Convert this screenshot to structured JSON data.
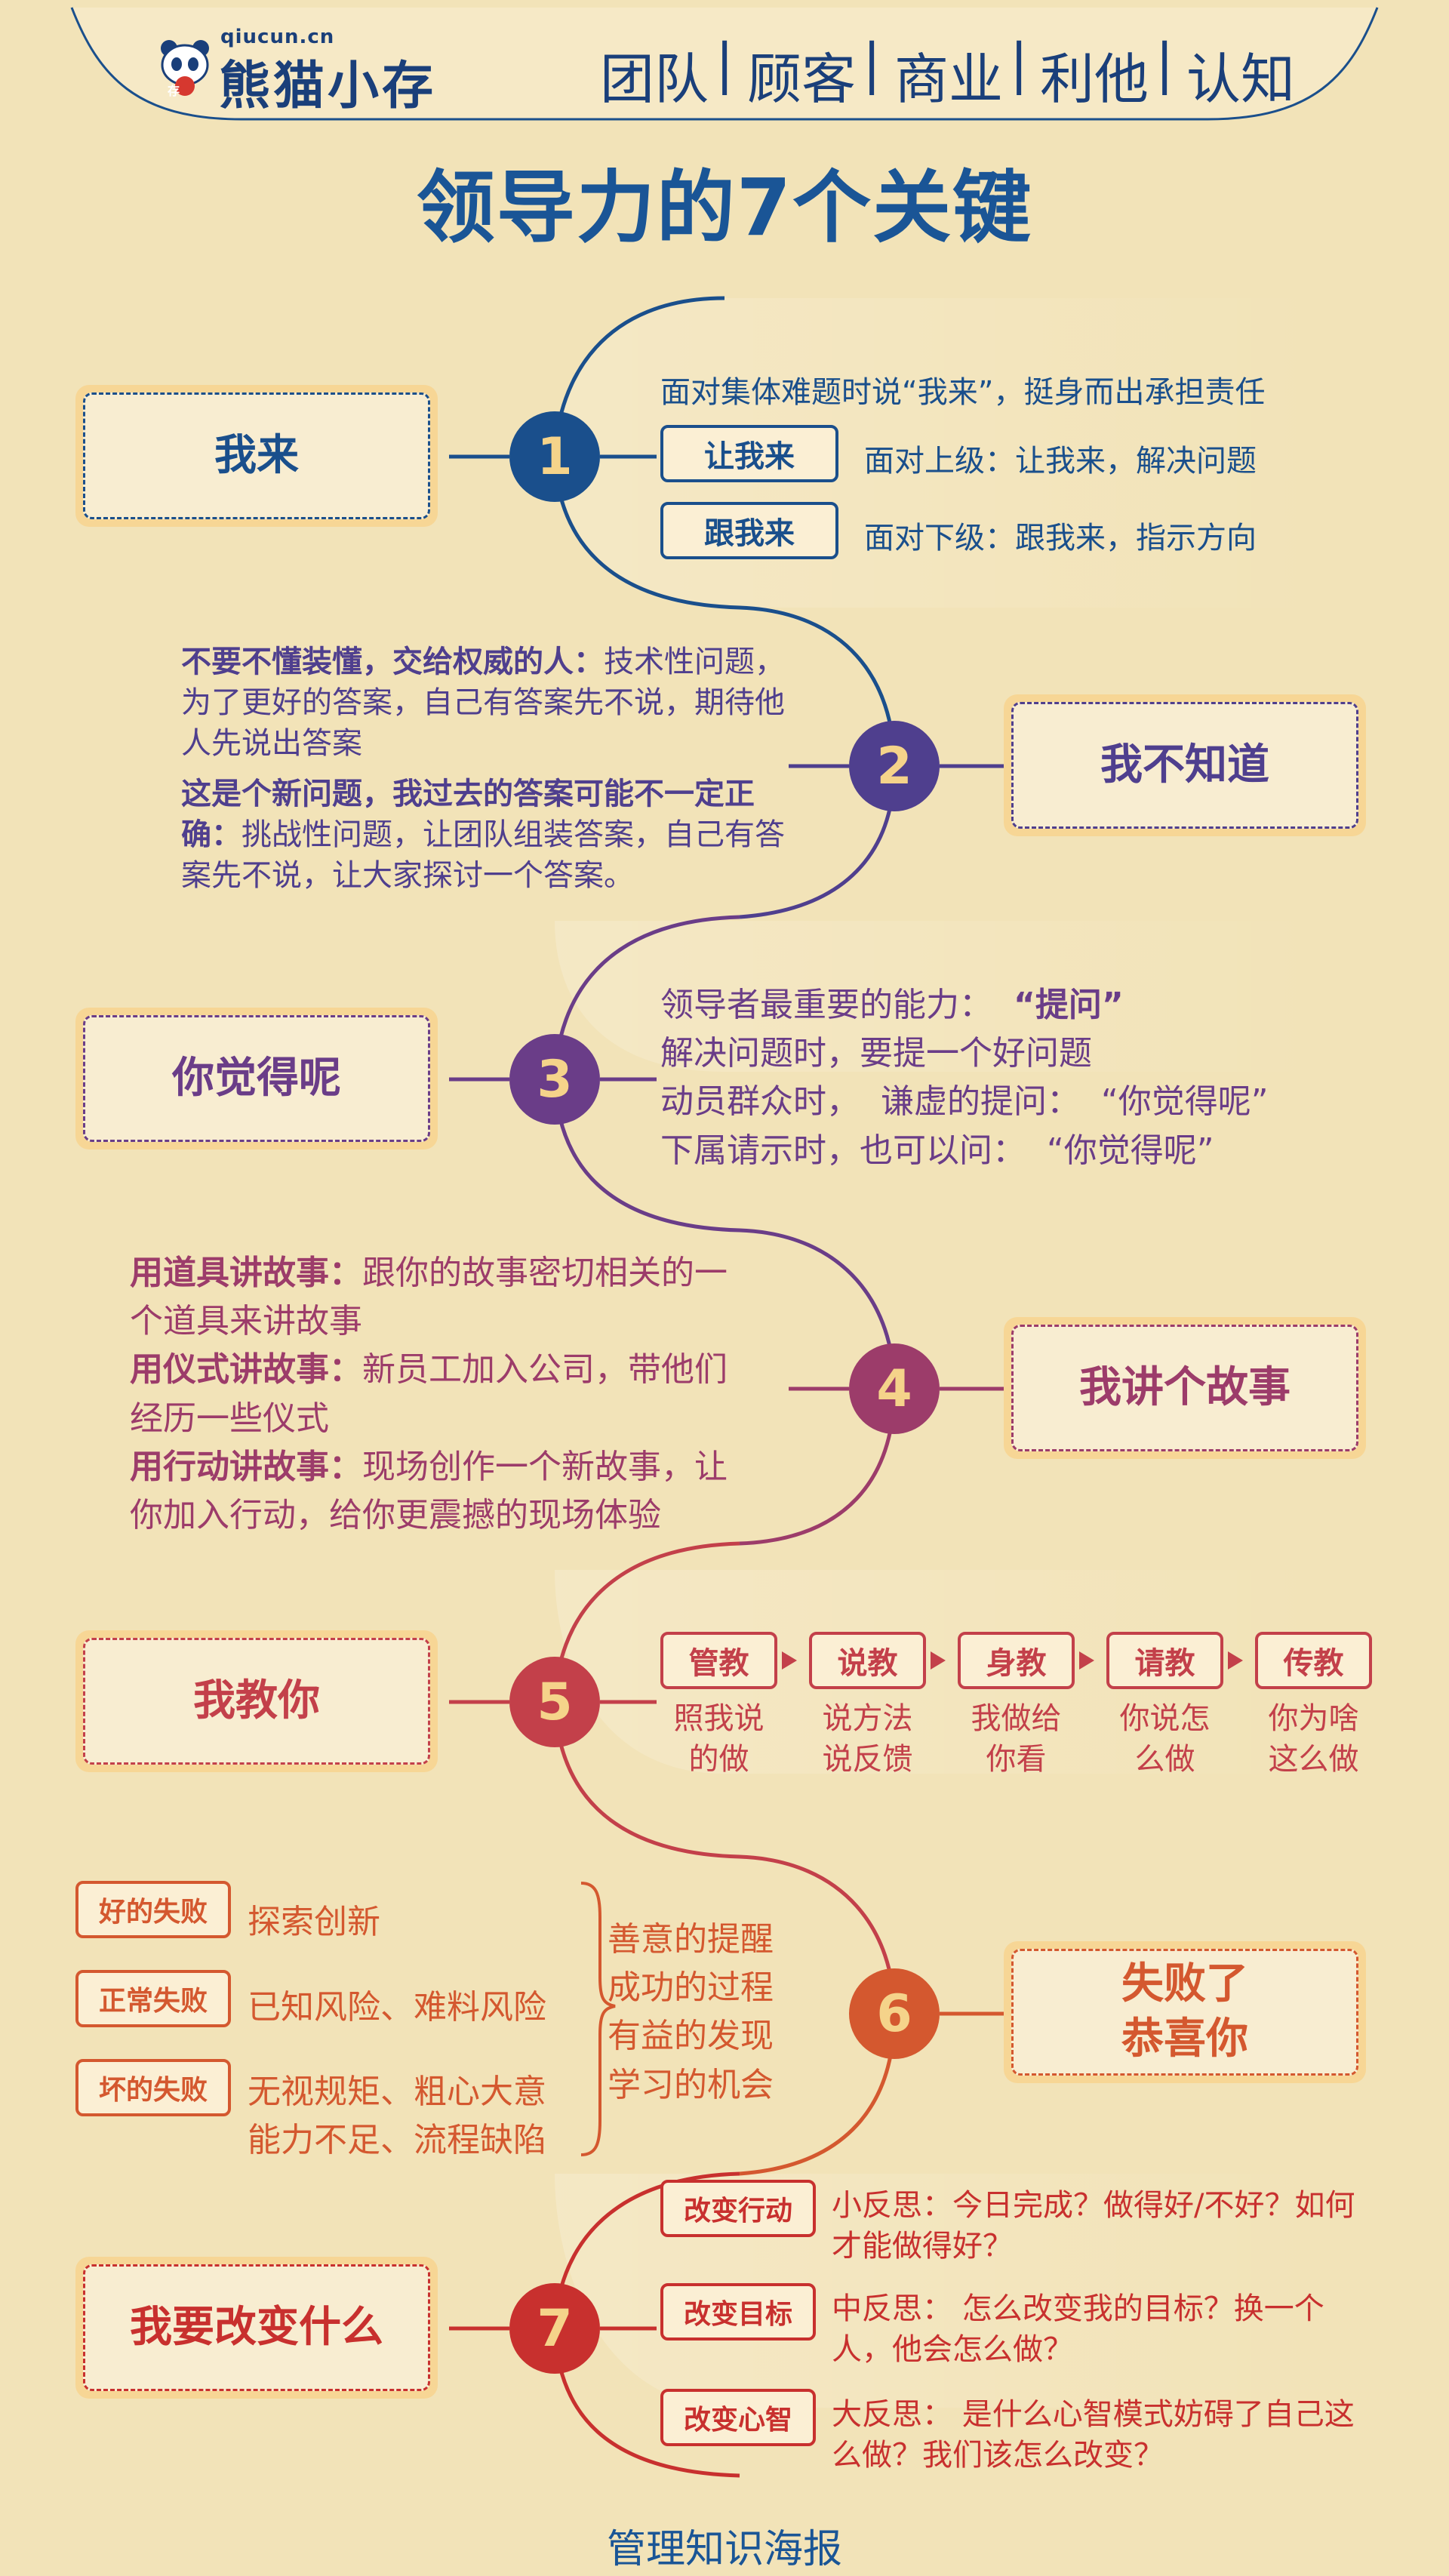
{
  "header": {
    "brand_domain": "qiucun.cn",
    "brand_name": "熊猫小存",
    "logo_badge": "存",
    "nav": [
      "团队",
      "顾客",
      "商业",
      "利他",
      "认知"
    ]
  },
  "title": "领导力的7个关键",
  "colors": {
    "navy": "#1a4f8c",
    "indigo": "#4f3f8e",
    "purple": "#6a3d88",
    "magenta": "#9c3c6a",
    "crimson": "#c3404a",
    "orange": "#d4582f",
    "red": "#c8302e",
    "background": "#f2e3b8",
    "box_fill": "#f7d695"
  },
  "keys": {
    "k1": {
      "number": "1",
      "label": "我来",
      "intro": "面对集体难题时说“我来”，挺身而出承担责任",
      "items": [
        {
          "tag": "让我来",
          "text": "面对上级：让我来，解决问题"
        },
        {
          "tag": "跟我来",
          "text": "面对下级：跟我来，指示方向"
        }
      ]
    },
    "k2": {
      "number": "2",
      "label": "我不知道",
      "p1_bold": "不要不懂装懂，交给权威的人：",
      "p1_line1": "技术性问题，",
      "p1_line2": "为了更好的答案，自己有答案先不说，期待他",
      "p1_line3": "人先说出答案",
      "p2_bold1": "这是个新问题，我过去的答案可能不一定正",
      "p2_bold2": "确：",
      "p2_line1": "挑战性问题，让团队组装答案，自己有答",
      "p2_line2": "案先不说，让大家探讨一个答案。"
    },
    "k3": {
      "number": "3",
      "label": "你觉得呢",
      "l1_prefix": "领导者最重要的能力：",
      "l1_bold": "“提问”",
      "l2": "解决问题时，要提一个好问题",
      "l3": "动员群众时，  谦虚的提问：  “你觉得呢”",
      "l4": "下属请示时，也可以问：  “你觉得呢”"
    },
    "k4": {
      "number": "4",
      "label": "我讲个故事",
      "a_bold": "用道具讲故事：",
      "a_1": "跟你的故事密切相关的一",
      "a_2": "个道具来讲故事",
      "b_bold": "用仪式讲故事：",
      "b_1": "新员工加入公司，带他们",
      "b_2": "经历一些仪式",
      "c_bold": "用行动讲故事：",
      "c_1": "现场创作一个新故事，让",
      "c_2": "你加入行动，给你更震撼的现场体验"
    },
    "k5": {
      "number": "5",
      "label": "我教你",
      "steps": [
        {
          "tag": "管教",
          "l1": "照我说",
          "l2": "的做"
        },
        {
          "tag": "说教",
          "l1": "说方法",
          "l2": "说反馈"
        },
        {
          "tag": "身教",
          "l1": "我做给",
          "l2": "你看"
        },
        {
          "tag": "请教",
          "l1": "你说怎",
          "l2": "么做"
        },
        {
          "tag": "传教",
          "l1": "你为啥",
          "l2": "这么做"
        }
      ]
    },
    "k6": {
      "number": "6",
      "label_line1": "失败了",
      "label_line2": "恭喜你",
      "failures": [
        {
          "tag": "好的失败",
          "l1": "探索创新",
          "l2": ""
        },
        {
          "tag": "正常失败",
          "l1": "已知风险、难料风险",
          "l2": ""
        },
        {
          "tag": "坏的失败",
          "l1": "无视规矩、粗心大意",
          "l2": "能力不足、流程缺陷"
        }
      ],
      "meaning": [
        "善意的提醒",
        "成功的过程",
        "有益的发现",
        "学习的机会"
      ]
    },
    "k7": {
      "number": "7",
      "label": "我要改变什么",
      "items": [
        {
          "tag": "改变行动",
          "l1": "小反思：今日完成？做得好/不好？如何",
          "l2": "才能做得好？"
        },
        {
          "tag": "改变目标",
          "l1": "中反思： 怎么改变我的目标？换一个",
          "l2": "人，他会怎么做？"
        },
        {
          "tag": "改变心智",
          "l1": "大反思： 是什么心智模式妨碍了自己这",
          "l2": "么做？我们该怎么改变？"
        }
      ]
    }
  },
  "footer": "管理知识海报"
}
